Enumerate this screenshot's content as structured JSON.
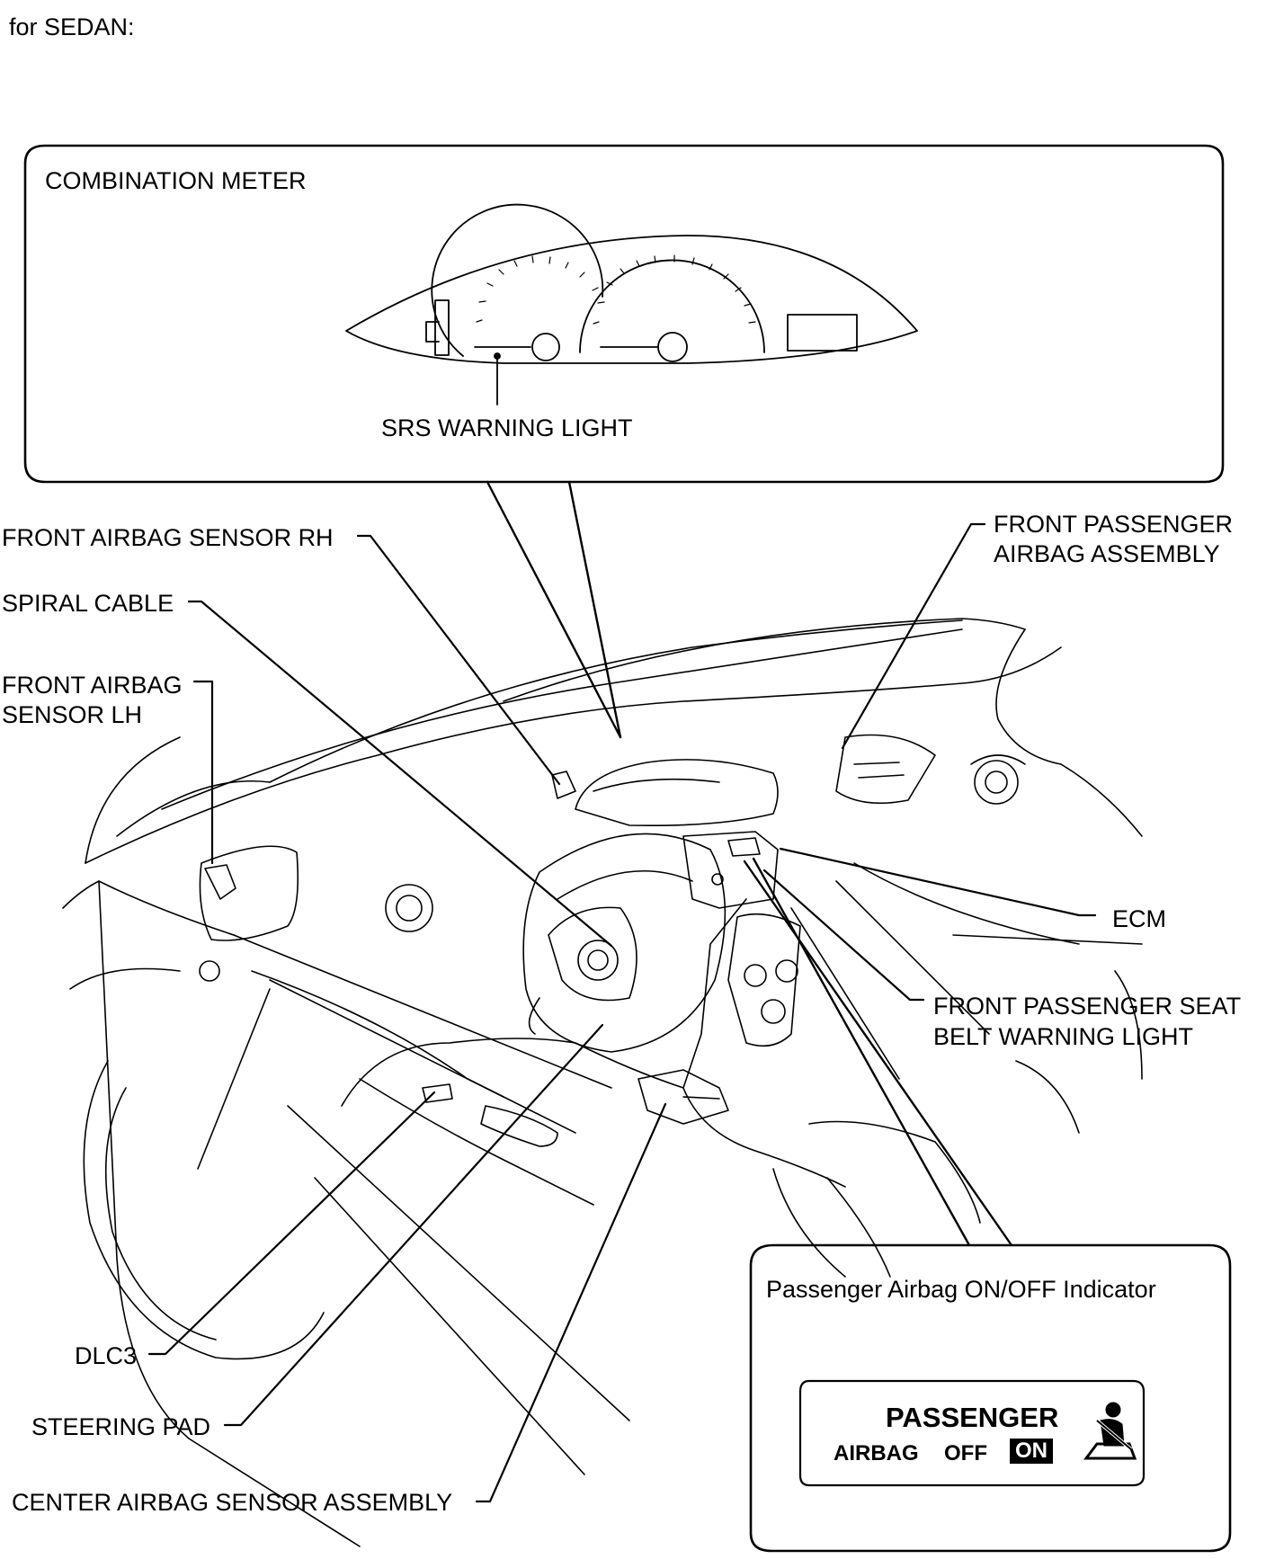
{
  "heading": "for SEDAN:",
  "meter_box": {
    "title": "COMBINATION METER",
    "srs_label": "SRS WARNING LIGHT"
  },
  "labels": {
    "front_airbag_sensor_rh": "FRONT AIRBAG SENSOR RH",
    "spiral_cable": "SPIRAL CABLE",
    "front_airbag_sensor_lh_1": "FRONT AIRBAG",
    "front_airbag_sensor_lh_2": "SENSOR LH",
    "front_passenger_airbag_1": "FRONT PASSENGER",
    "front_passenger_airbag_2": "AIRBAG ASSEMBLY",
    "ecm": "ECM",
    "seat_belt_light_1": "FRONT PASSENGER SEAT",
    "seat_belt_light_2": "BELT WARNING LIGHT",
    "dlc3": "DLC3",
    "steering_pad": "STEERING PAD",
    "center_airbag_sensor": "CENTER AIRBAG SENSOR ASSEMBLY"
  },
  "indicator_box": {
    "title": "Passenger Airbag ON/OFF Indicator",
    "passenger": "PASSENGER",
    "airbag": "AIRBAG",
    "off": "OFF",
    "on": "ON"
  },
  "icons": {
    "seatbelt": "seatbelt-person-icon"
  },
  "colors": {
    "ink": "#000000",
    "paper": "#ffffff"
  }
}
